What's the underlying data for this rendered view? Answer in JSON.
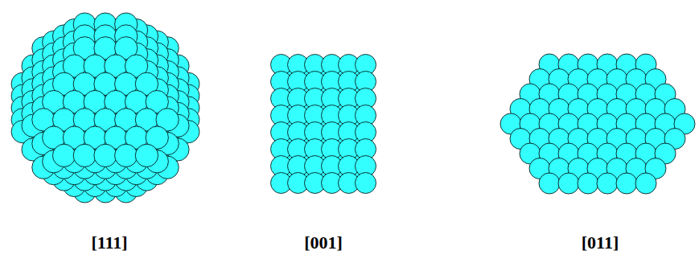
{
  "diagram": {
    "labels": [
      "[111]",
      "[001]",
      "[011]"
    ]
  }
}
